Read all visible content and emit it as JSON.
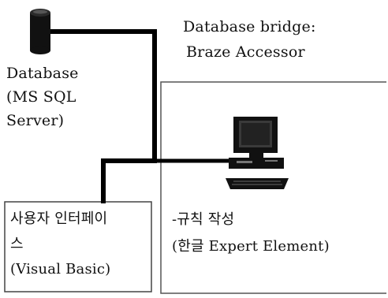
{
  "diagram": {
    "database": {
      "icon": "database-cylinder-icon",
      "label_lines": [
        "Database",
        "(MS  SQL",
        "Server)"
      ]
    },
    "bridge": {
      "label_lines": [
        "Database bridge:",
        "Braze Accessor"
      ]
    },
    "user_interface": {
      "label_lines": [
        "사용자 인터페이",
        "스",
        "(Visual Basic)"
      ]
    },
    "rule_authoring": {
      "icon": "computer-workstation-icon",
      "label_lines": [
        "-규칙 작성",
        "(한글 Expert Element)"
      ]
    },
    "colors": {
      "line": "#000000",
      "box_border": "#555555",
      "background": "#ffffff"
    }
  }
}
